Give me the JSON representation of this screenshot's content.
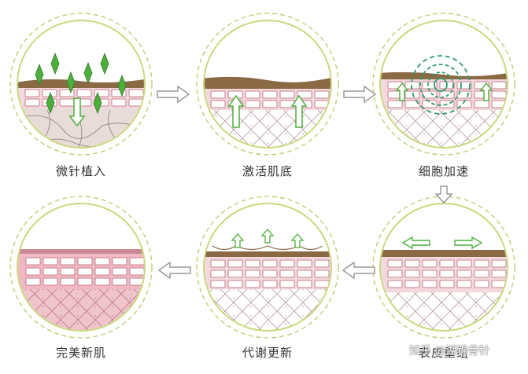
{
  "steps": [
    {
      "label": "微针植入"
    },
    {
      "label": "激活肌底"
    },
    {
      "label": "细胞加速"
    },
    {
      "label": "表皮重组"
    },
    {
      "label": "代谢更新"
    },
    {
      "label": "完美新肌"
    }
  ],
  "watermark": "知乎 @湖锦骨针",
  "colors": {
    "ring_dashed": "#b5cf6b",
    "ring_solid": "#c9d97c",
    "dermis_brown": "#8a6a45",
    "epidermis_pink": "#f3d9dd",
    "cell_border": "#c7808f",
    "needle_green": "#4caf3b",
    "arrow_gray": "#9a9a9a",
    "new_skin_pink": "#efb8c2"
  }
}
